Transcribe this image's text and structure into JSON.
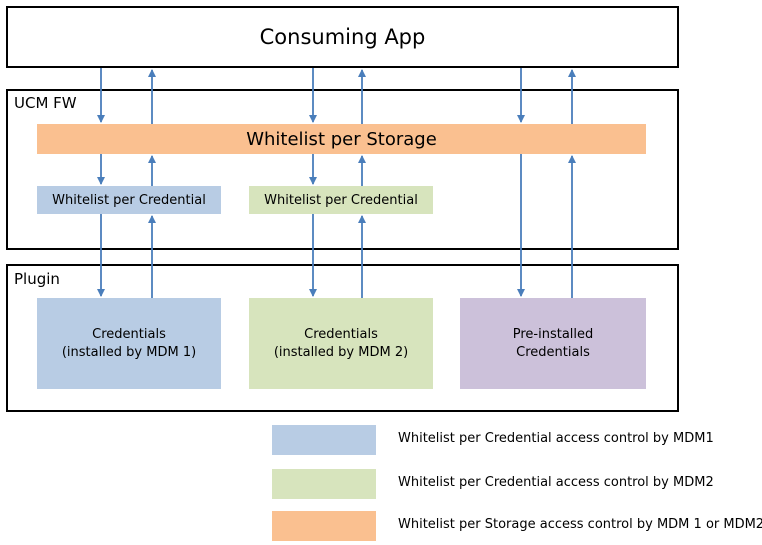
{
  "consuming_app": {
    "label": "Consuming App"
  },
  "ucm_fw": {
    "label": "UCM FW"
  },
  "whitelist_storage": {
    "label": "Whitelist per Storage"
  },
  "whitelist_credential_1": {
    "label": "Whitelist per Credential"
  },
  "whitelist_credential_2": {
    "label": "Whitelist per Credential"
  },
  "plugin": {
    "label": "Plugin"
  },
  "credentials_mdm1": {
    "line1": "Credentials",
    "line2": "(installed by MDM 1)"
  },
  "credentials_mdm2": {
    "line1": "Credentials",
    "line2": "(installed by MDM 2)"
  },
  "preinstalled": {
    "line1": "Pre-installed",
    "line2": "Credentials"
  },
  "legend": [
    {
      "text": "Whitelist per Credential access control by MDM1",
      "color": "#b8cce4"
    },
    {
      "text": "Whitelist per Credential access control by MDM2",
      "color": "#d7e4bd"
    },
    {
      "text": "Whitelist per Storage access control by MDM 1 or MDM2",
      "color": "#fac090"
    }
  ],
  "colors": {
    "blue": "#b8cce4",
    "green": "#d7e4bd",
    "orange": "#fac090",
    "purple": "#ccc1da",
    "arrow": "#4a7ebb"
  }
}
